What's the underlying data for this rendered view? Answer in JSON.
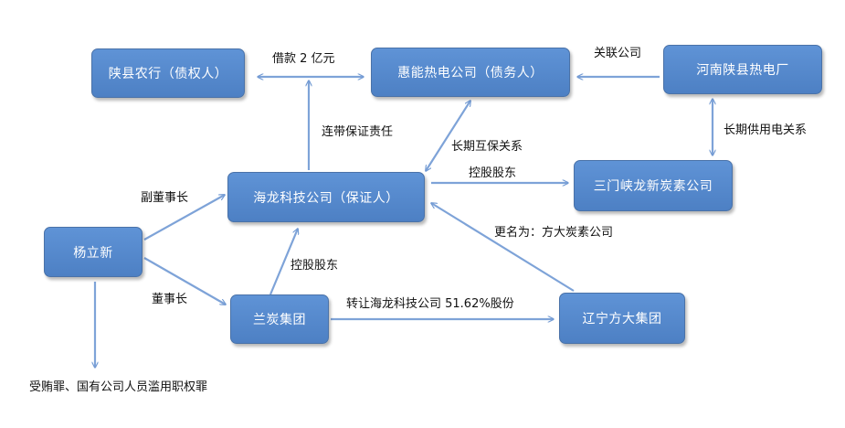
{
  "nodes": {
    "shaanxian_bank": "陕县农行（债权人）",
    "huineng": "惠能热电公司（债务人）",
    "henan_power": "河南陕县热电厂",
    "hailong": "海龙科技公司（保证人）",
    "sanmenxia": "三门峡龙新炭素公司",
    "yang_lixin": "杨立新",
    "lantan": "兰炭集团",
    "liaoning_fangda": "辽宁方大集团"
  },
  "labels": {
    "loan": "借款 2 亿元",
    "related_company": "关联公司",
    "joint_guarantee": "连带保证责任",
    "long_term_mutual": "长期互保关系",
    "long_term_power": "长期供用电关系",
    "controlling_1": "控股股东",
    "renamed": "更名为：方大炭素公司",
    "vice_chairman": "副董事长",
    "chairman": "董事长",
    "controlling_2": "控股股东",
    "transfer": "转让海龙科技公司 51.62%股份",
    "crimes": "受贿罪、国有公司人员滥用职权罪"
  },
  "colors": {
    "node_fill": "#5b8fd4",
    "arrow": "#7ea3d8",
    "text": "#111111"
  }
}
